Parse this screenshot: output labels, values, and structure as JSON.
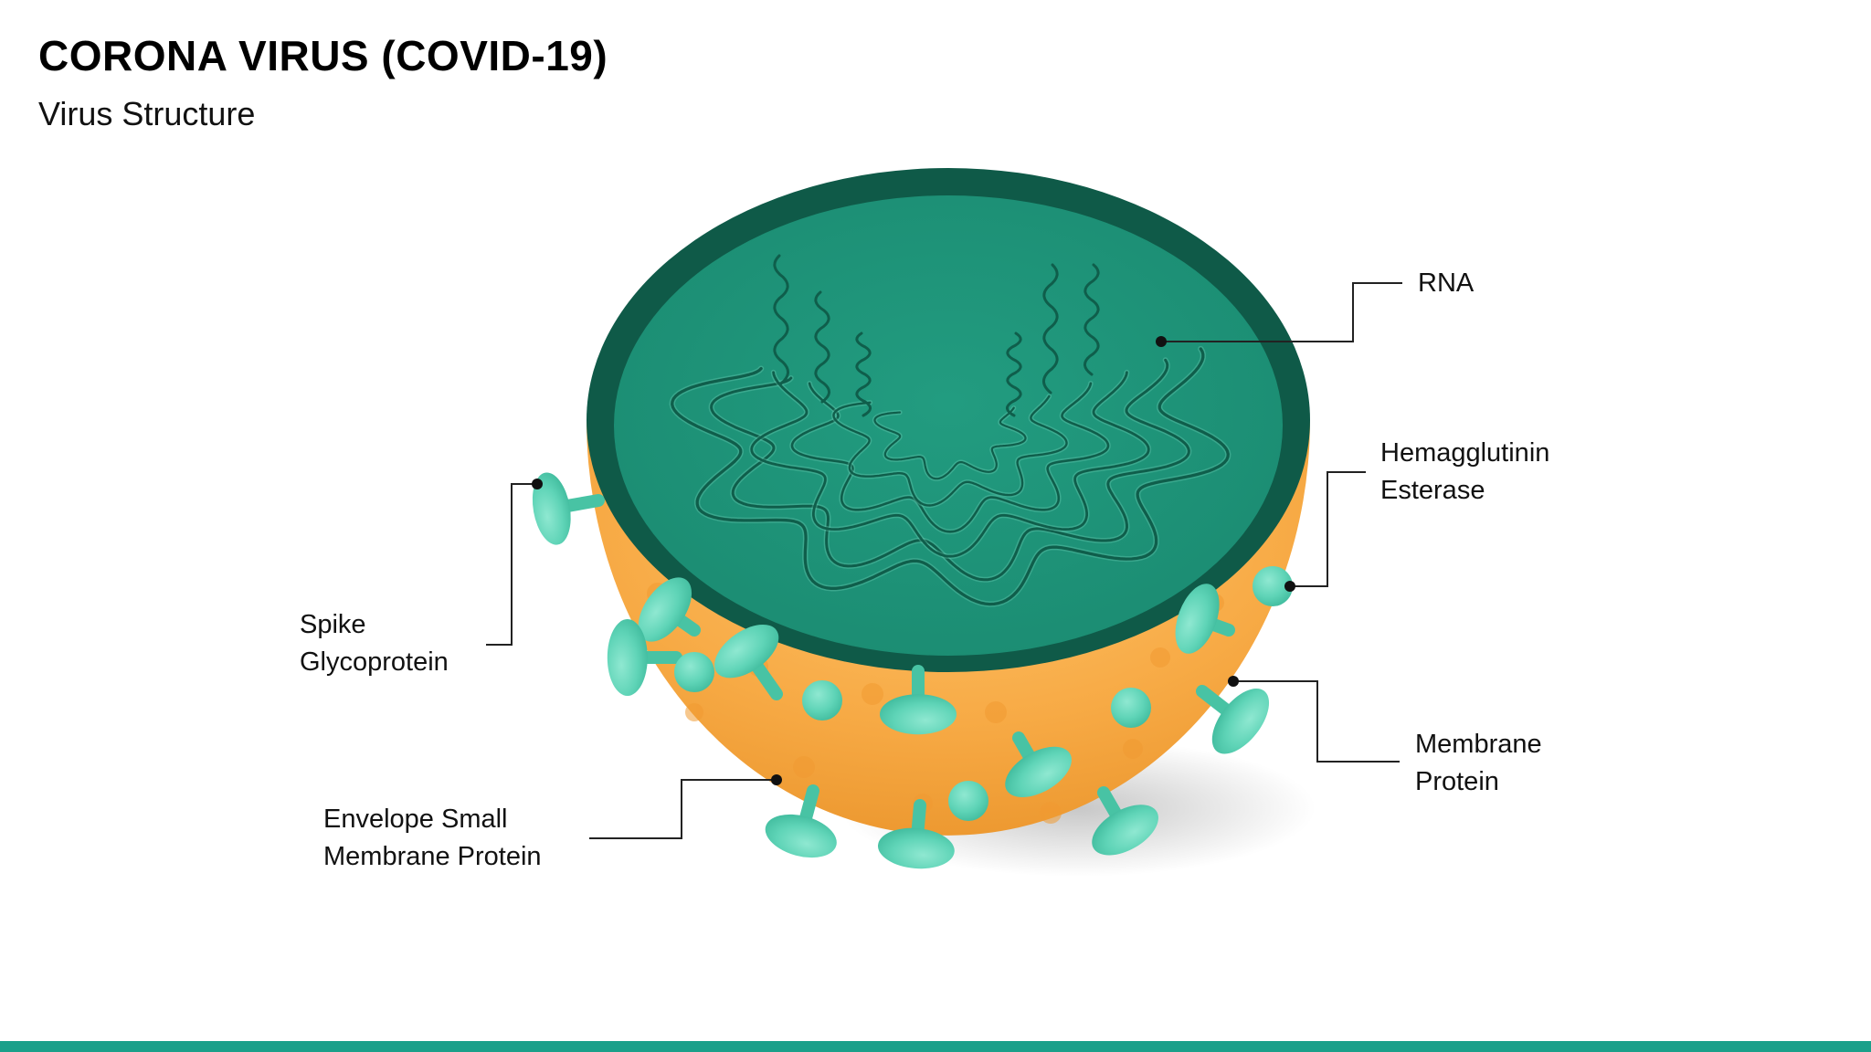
{
  "header": {
    "title": "CORONA VIRUS (COVID-19)",
    "subtitle": "Virus Structure"
  },
  "labels": {
    "rna": [
      "RNA"
    ],
    "hemagglutinin": [
      "Hemagglutinin",
      "Esterase"
    ],
    "membrane_protein": [
      "Membrane",
      "Protein"
    ],
    "spike": [
      "Spike",
      "Glycoprotein"
    ],
    "envelope": [
      "Envelope Small",
      "Membrane Protein"
    ]
  },
  "colors": {
    "membrane_orange": "#f5a742",
    "rim_dark_green": "#0f5a48",
    "surface_green": "#1e9479",
    "spike_teal": "#5fd4b7",
    "accent_bar": "#1aa08a"
  }
}
